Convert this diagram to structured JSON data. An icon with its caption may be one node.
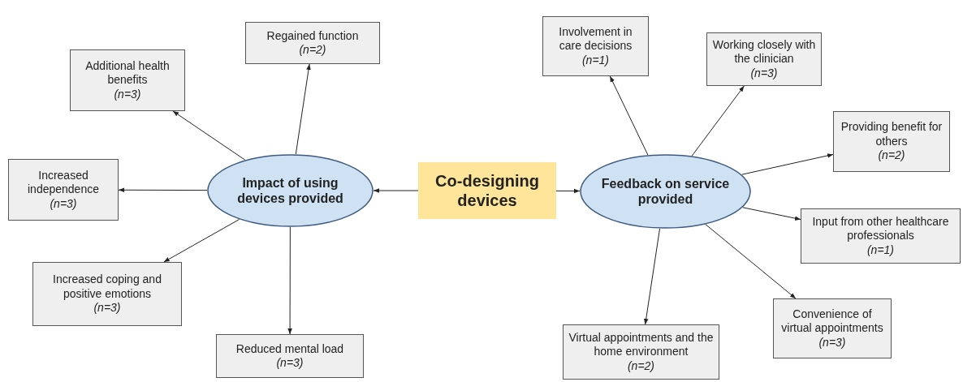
{
  "diagram": {
    "nodes": [
      {
        "text": [
          "Co-designing devices"
        ]
      },
      {
        "text": [
          "Impact of using devices provided"
        ]
      },
      {
        "text": [
          "Feedback on service provided"
        ]
      },
      {
        "text": [
          "Regained function",
          "(n=2)"
        ]
      },
      {
        "text": [
          "Additional health benefits",
          "(n=3)"
        ]
      },
      {
        "text": [
          "Increased independence",
          "(n=3)"
        ]
      },
      {
        "text": [
          "Increased coping and positive emotions",
          "(n=3)"
        ]
      },
      {
        "text": [
          "Reduced mental load",
          "(n=3)"
        ]
      },
      {
        "text": [
          "Involvement in care decisions",
          "(n=1)"
        ]
      },
      {
        "text": [
          "Working closely with the clinician",
          "(n=3)"
        ]
      },
      {
        "text": [
          "Providing benefit for others",
          "(n=2)"
        ]
      },
      {
        "text": [
          "Input from other healthcare professionals",
          "(n=1)"
        ]
      },
      {
        "text": [
          "Convenience of virtual appointments",
          "(n=3)"
        ]
      },
      {
        "text": [
          "Virtual appointments and the home environment",
          "(n=2)"
        ]
      }
    ],
    "edges": [
      {
        "from": 0,
        "to": 1,
        "arrow": "to"
      },
      {
        "from": 0,
        "to": 2,
        "arrow": "to"
      },
      {
        "from": 1,
        "to": 3,
        "arrow": "to"
      },
      {
        "from": 1,
        "to": 4,
        "arrow": "to"
      },
      {
        "from": 1,
        "to": 5,
        "arrow": "to"
      },
      {
        "from": 1,
        "to": 6,
        "arrow": "to"
      },
      {
        "from": 1,
        "to": 7,
        "arrow": "to"
      },
      {
        "from": 2,
        "to": 8,
        "arrow": "to"
      },
      {
        "from": 2,
        "to": 9,
        "arrow": "to"
      },
      {
        "from": 2,
        "to": 10,
        "arrow": "to"
      },
      {
        "from": 2,
        "to": 11,
        "arrow": "to"
      },
      {
        "from": 2,
        "to": 12,
        "arrow": "to"
      },
      {
        "from": 2,
        "to": 13,
        "arrow": "to"
      }
    ]
  }
}
